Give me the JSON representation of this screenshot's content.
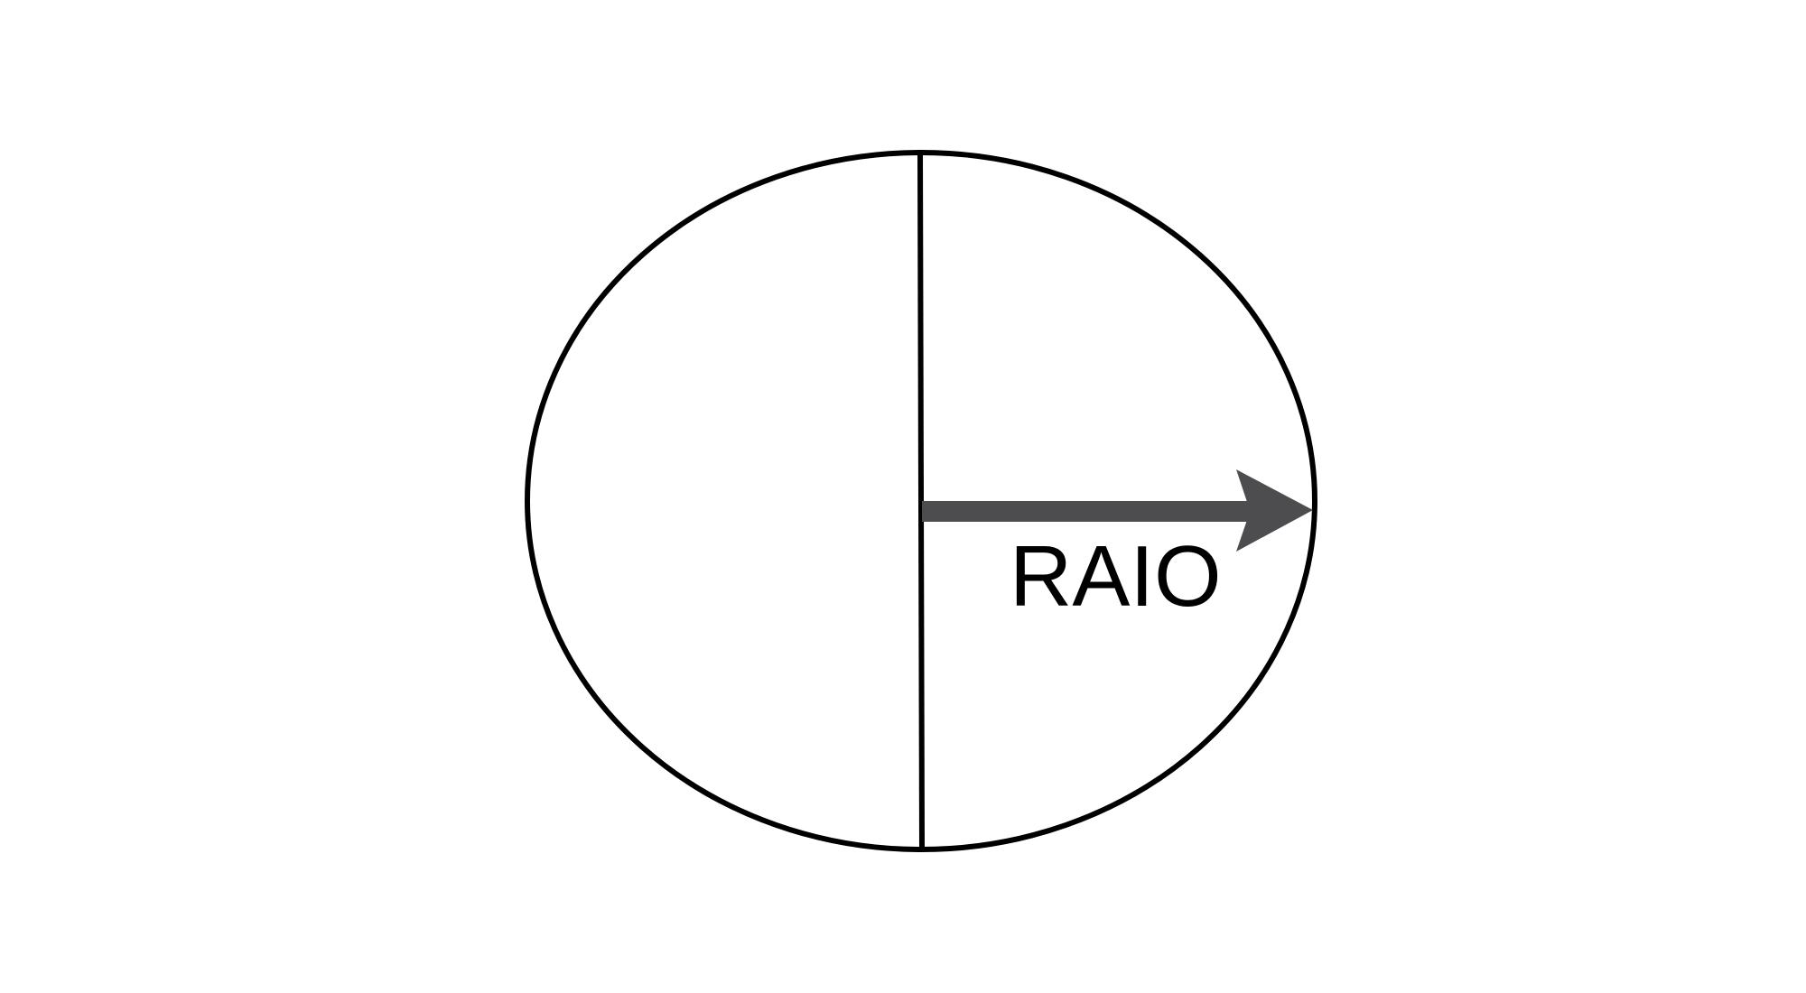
{
  "diagram": {
    "radius_label": "RAIO",
    "colors": {
      "background": "#ffffff",
      "outline": "#000000",
      "arrow": "#4d4d4f",
      "label": "#000000"
    },
    "elements": [
      "circle-outline",
      "vertical-diameter-line",
      "radius-arrow",
      "radius-label"
    ]
  }
}
